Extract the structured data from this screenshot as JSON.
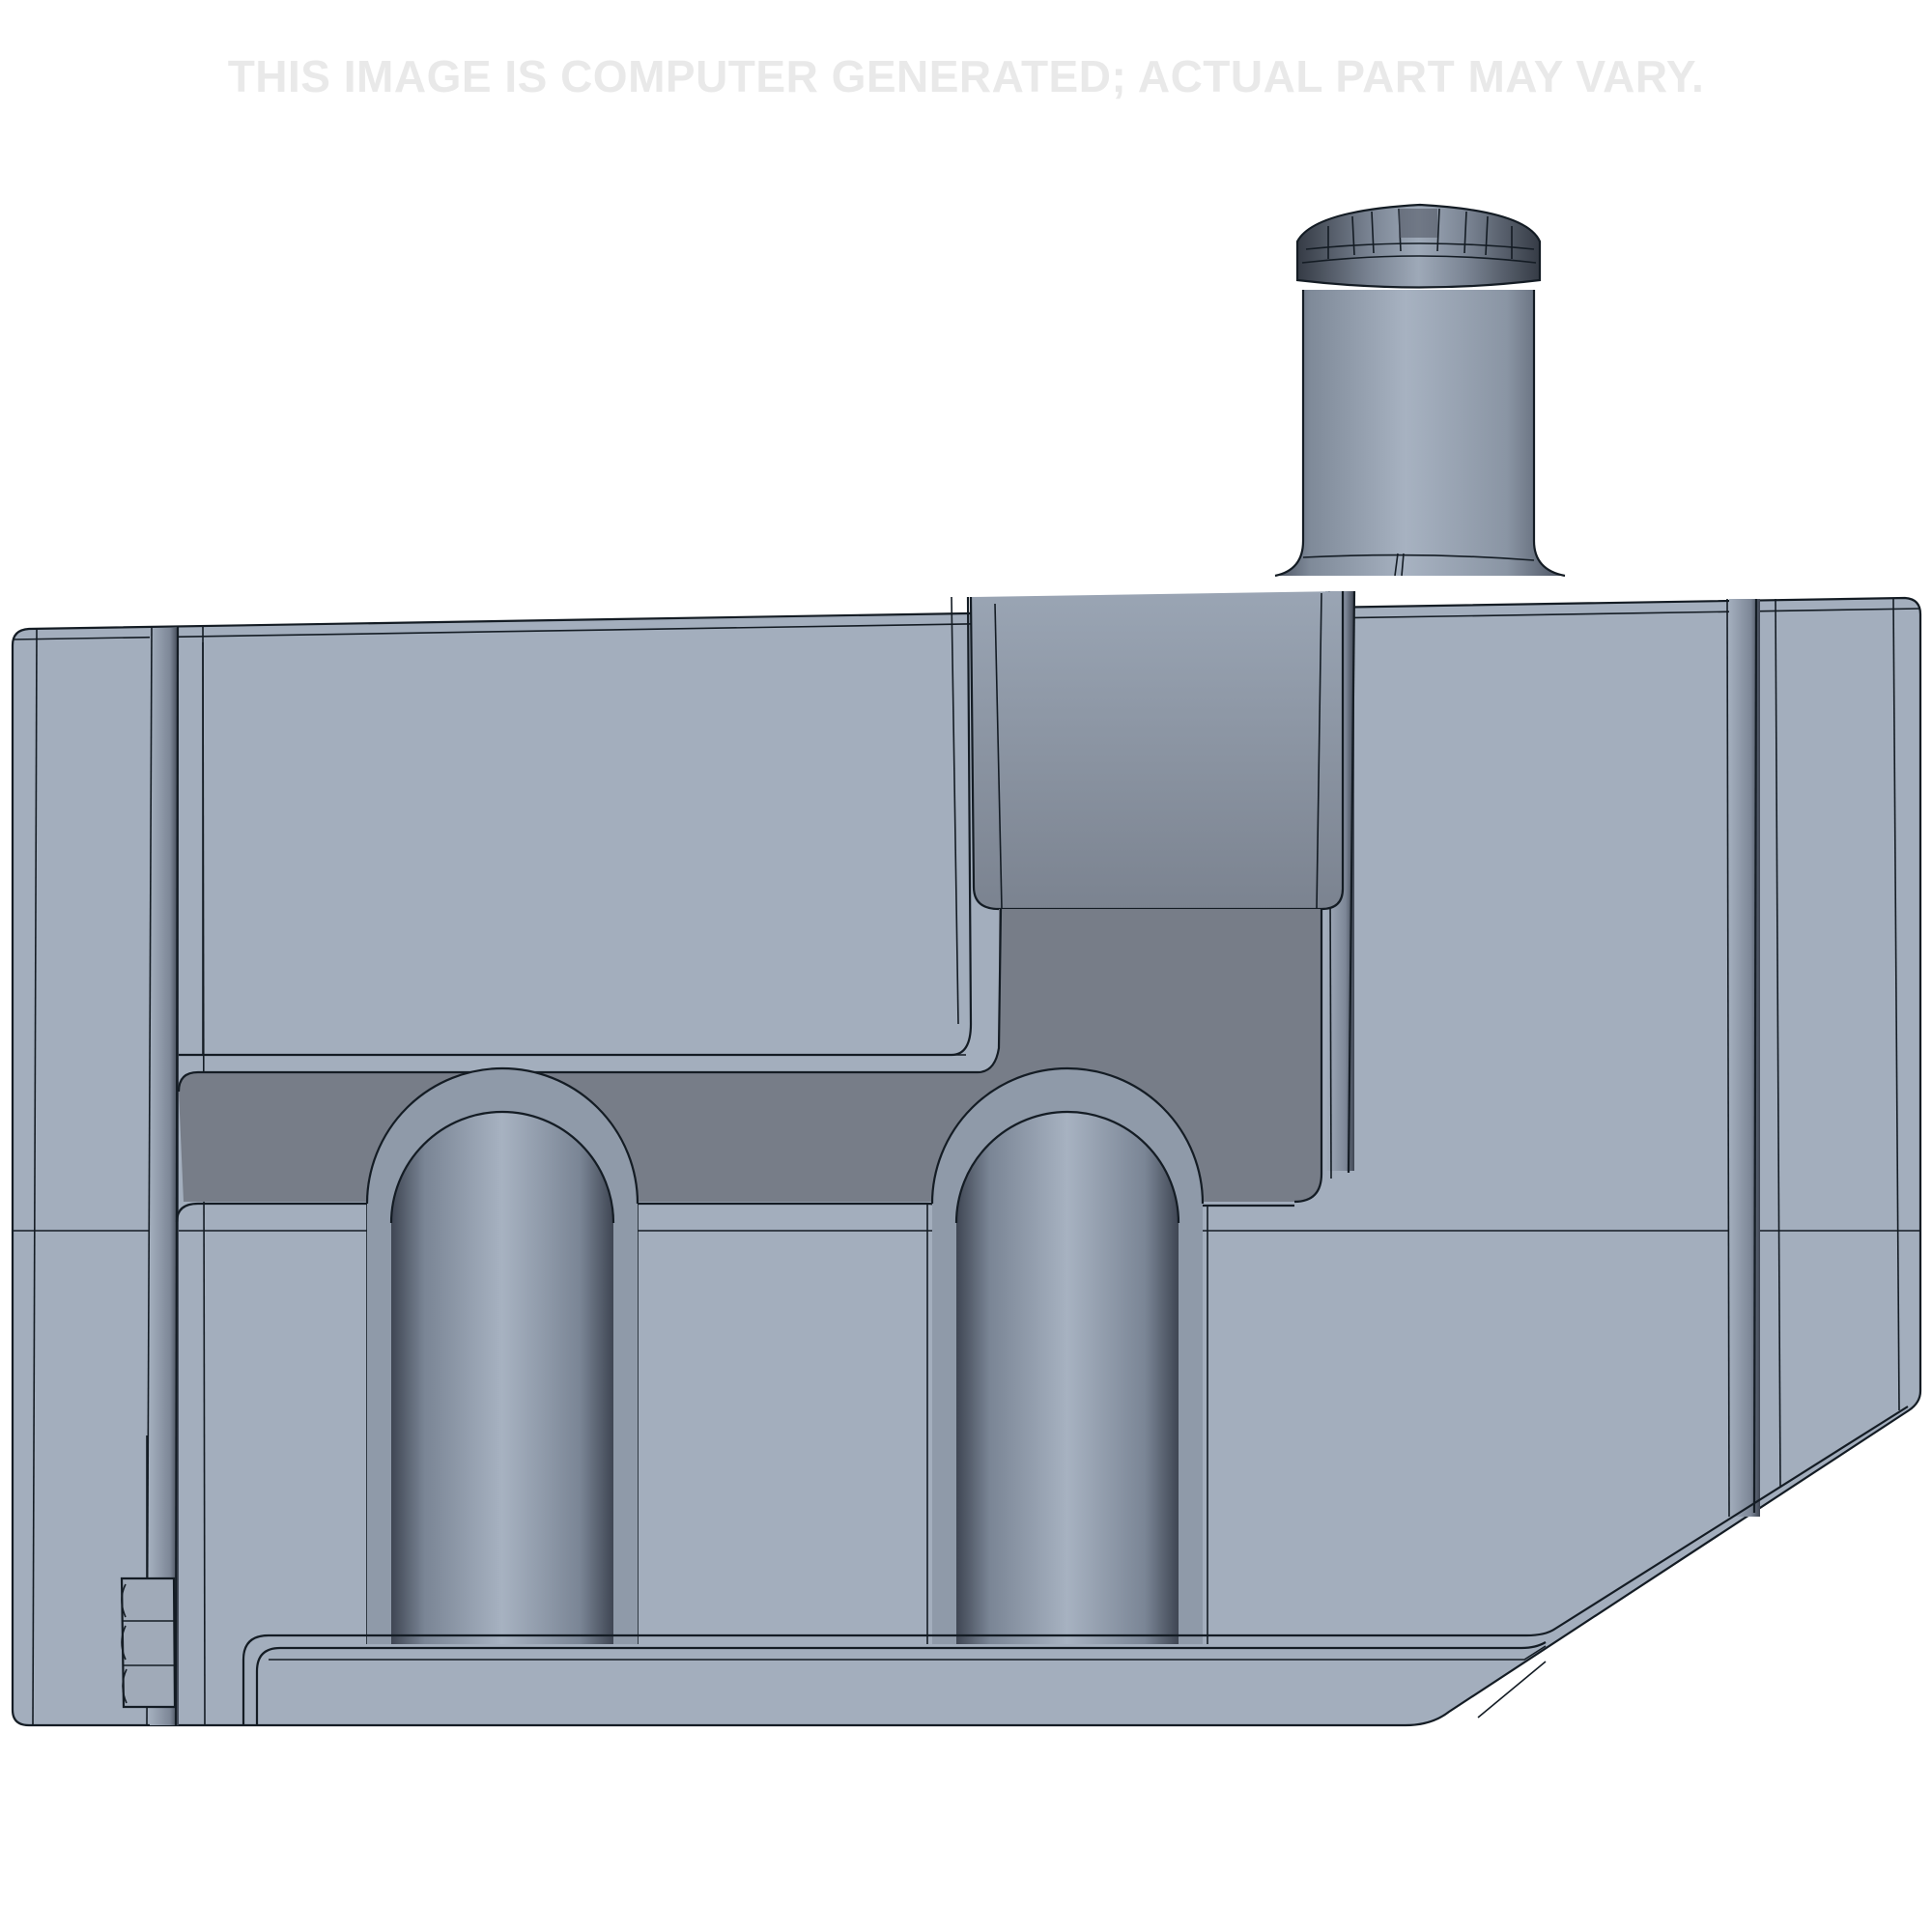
{
  "watermark": {
    "text": "THIS IMAGE IS COMPUTER GENERATED; ACTUAL PART MAY VARY."
  },
  "part": {
    "name": "fuel tank with filler neck and cap",
    "view": "side elevation render",
    "features": [
      "filler-cap",
      "filler-neck",
      "upper-recess",
      "recess-floor-channel",
      "arch-tunnel-left",
      "arch-tunnel-right",
      "drain-bolt",
      "chamfered-bottom-corner",
      "vertical-ribs"
    ]
  },
  "colors": {
    "body": "#a3aebd",
    "body_shadow": "#6d7788",
    "recess_floor": "#777d88",
    "edge_lines": "#141c24",
    "cap": "#5a6270",
    "watermark": "#e9e9e9",
    "background": "#ffffff"
  }
}
